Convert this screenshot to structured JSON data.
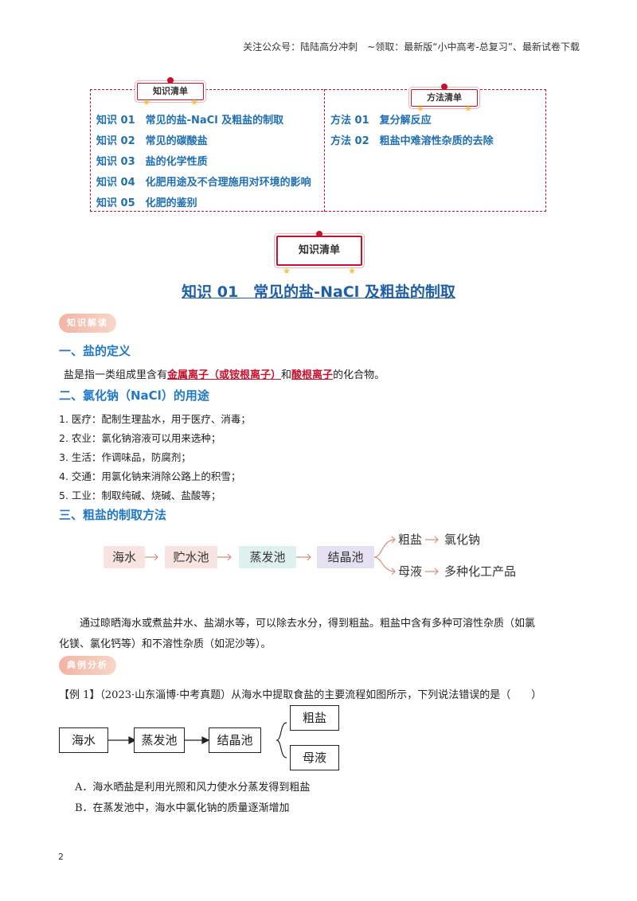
{
  "header": {
    "text": "关注公众号：陆陆高分冲刺　~领取：最新版“小中高考-总复习”、最新试卷下载"
  },
  "toc": {
    "knowledge_tag": "知识清单",
    "method_tag": "方法清单",
    "knowledge_items": [
      "知识 01　常见的盐-NaCl 及粗盐的制取",
      "知识 02　常见的碳酸盐",
      "知识 03　盐的化学性质",
      "知识 04　化肥用途及不合理施用对环境的影响",
      "知识 05　化肥的鉴别"
    ],
    "method_items": [
      "方法 01　复分解反应",
      "方法 02　粗盐中难溶性杂质的去除"
    ]
  },
  "section": {
    "tag": "知识清单",
    "title": "知识 01　常见的盐-NaCl 及粗盐的制取",
    "pill_1": "知识解读",
    "pill_2": "典例分析"
  },
  "salt_def": {
    "heading": "一、盐的定义",
    "prefix": "盐是指一类组成里含有",
    "highlight_1": "金属离子（或铵根离子）",
    "middle": "和",
    "highlight_2": "酸根离子",
    "suffix": "的化合物。"
  },
  "nacl_use": {
    "heading": "二、氯化钠（NaCl）的用途",
    "items": [
      "1.  医疗：配制生理盐水，用于医疗、消毒；",
      "2.  农业：氯化钠溶液可以用来选种；",
      "3.  生活：作调味品，防腐剂；",
      "4.  交通：用氯化钠来消除公路上的积雪；",
      "5.  工业：制取纯碱、烧碱、盐酸等；"
    ]
  },
  "crude_salt": {
    "heading": "三、粗盐的制取方法",
    "flow": [
      "海水",
      "贮水池",
      "蒸发池",
      "结晶池"
    ],
    "branch_top": [
      "粗盐",
      "氯化钠"
    ],
    "branch_bottom": [
      "母液",
      "多种化工产品"
    ],
    "para_line_1": "通过晾晒海水或煮盐井水、盐湖水等，可以除去水分，得到粗盐。粗盐中含有多种可溶性杂质（如氯",
    "para_line_2": "化镁、氯化钙等）和不溶性杂质（如泥沙等）。"
  },
  "example": {
    "stem": "【例 1】（2023·山东淄博·中考真题）从海水中提取食盐的主要流程如图所示，下列说法错误的是（　　）",
    "flow": [
      "海水",
      "蒸发池",
      "结晶池"
    ],
    "outputs": [
      "粗盐",
      "母液"
    ],
    "option_a": "A．海水晒盐是利用光照和风力使水分蒸发得到粗盐",
    "option_b": "B．在蒸发池中，海水中氯化钠的质量逐渐增加"
  },
  "page_number": "2",
  "colors": {
    "accent_red": "#c8102e",
    "title_blue": "#1f5fa8",
    "heading_blue": "#1f78c8"
  }
}
